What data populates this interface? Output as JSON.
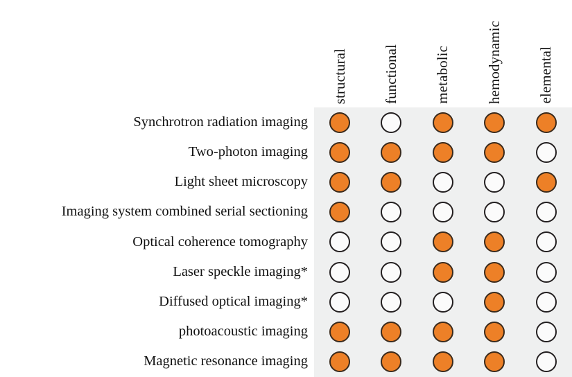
{
  "figure": {
    "type": "capability-matrix",
    "panel_background": "#eff0f0",
    "page_background": "#ffffff"
  },
  "legend_colors": {
    "filled": "#ed8027",
    "empty_fill": "#fbfbfb",
    "outline": "#231f20"
  },
  "columns": [
    {
      "key": "structural",
      "label": "structural"
    },
    {
      "key": "functional",
      "label": "functional"
    },
    {
      "key": "metabolic",
      "label": "metabolic"
    },
    {
      "key": "hemodynamic",
      "label": "hemodynamic"
    },
    {
      "key": "elemental",
      "label": "elemental"
    }
  ],
  "rows": [
    {
      "label": "Synchrotron radiation imaging"
    },
    {
      "label": "Two-photon imaging"
    },
    {
      "label": "Light sheet microscopy"
    },
    {
      "label": "Imaging system combined serial sectioning"
    },
    {
      "label": "Optical coherence tomography"
    },
    {
      "label": "Laser speckle imaging*"
    },
    {
      "label": "Diffused optical imaging*"
    },
    {
      "label": "photoacoustic imaging"
    },
    {
      "label": "Magnetic resonance imaging"
    }
  ],
  "chart_data": {
    "type": "heatmap",
    "title": "",
    "xlabel": "",
    "ylabel": "",
    "categories": [
      "structural",
      "functional",
      "metabolic",
      "hemodynamic",
      "elemental"
    ],
    "row_categories": [
      "Synchrotron radiation imaging",
      "Two-photon imaging",
      "Light sheet microscopy",
      "Imaging system combined serial sectioning",
      "Optical coherence tomography",
      "Laser speckle imaging*",
      "Diffused optical imaging*",
      "photoacoustic imaging",
      "Magnetic resonance imaging"
    ],
    "encoding": {
      "1": "filled orange circle (capability present)",
      "0": "open white circle (capability absent)"
    },
    "values": [
      [
        1,
        0,
        1,
        1,
        1
      ],
      [
        1,
        1,
        1,
        1,
        0
      ],
      [
        1,
        1,
        0,
        0,
        1
      ],
      [
        1,
        0,
        0,
        0,
        0
      ],
      [
        0,
        0,
        1,
        1,
        0
      ],
      [
        0,
        0,
        1,
        1,
        0
      ],
      [
        0,
        0,
        0,
        1,
        0
      ],
      [
        1,
        1,
        1,
        1,
        0
      ],
      [
        1,
        1,
        1,
        1,
        0
      ]
    ],
    "series": [
      {
        "name": "Synchrotron radiation imaging",
        "values": [
          1,
          0,
          1,
          1,
          1
        ]
      },
      {
        "name": "Two-photon imaging",
        "values": [
          1,
          1,
          1,
          1,
          0
        ]
      },
      {
        "name": "Light sheet microscopy",
        "values": [
          1,
          1,
          0,
          0,
          1
        ]
      },
      {
        "name": "Imaging system combined serial sectioning",
        "values": [
          1,
          0,
          0,
          0,
          0
        ]
      },
      {
        "name": "Optical coherence tomography",
        "values": [
          0,
          0,
          1,
          1,
          0
        ]
      },
      {
        "name": "Laser speckle imaging*",
        "values": [
          0,
          0,
          1,
          1,
          0
        ]
      },
      {
        "name": "Diffused optical imaging*",
        "values": [
          0,
          0,
          0,
          1,
          0
        ]
      },
      {
        "name": "photoacoustic imaging",
        "values": [
          1,
          1,
          1,
          1,
          0
        ]
      },
      {
        "name": "Magnetic resonance imaging",
        "values": [
          1,
          1,
          1,
          1,
          0
        ]
      }
    ],
    "grid": false,
    "legend_position": "none"
  }
}
